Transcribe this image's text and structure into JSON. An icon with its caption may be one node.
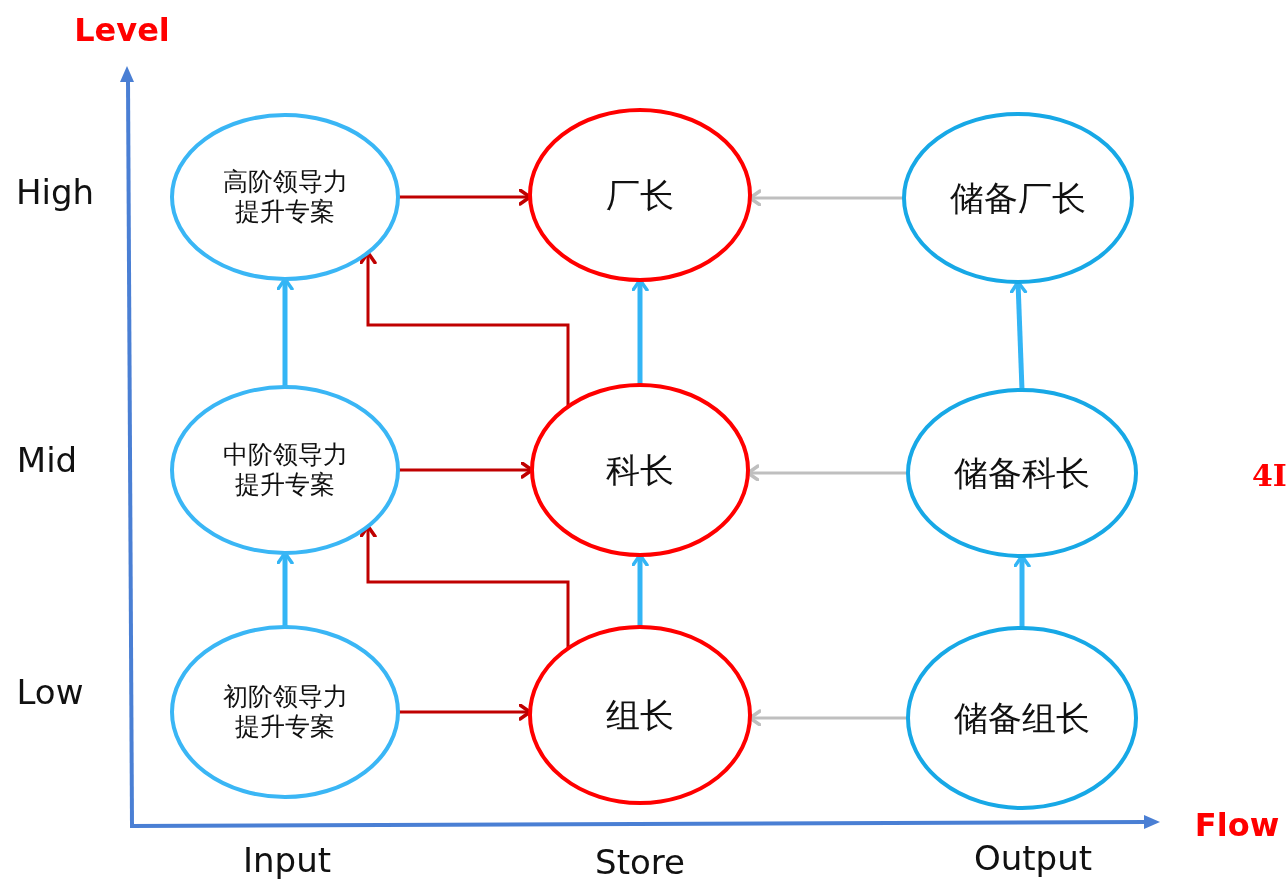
{
  "diagram": {
    "nodes": [
      {
        "text": [
          "高阶领导力提升专案"
        ]
      },
      {
        "text": [
          "厂长"
        ]
      },
      {
        "text": [
          "储备厂长"
        ]
      },
      {
        "text": [
          "中阶领导力提升专案"
        ]
      },
      {
        "text": [
          "科长"
        ]
      },
      {
        "text": [
          "储备科长"
        ]
      },
      {
        "text": [
          "初阶领导力提升专案"
        ]
      },
      {
        "text": [
          "组长"
        ]
      },
      {
        "text": [
          "储备组长"
        ]
      }
    ],
    "edges": [
      {
        "from": 0,
        "to": 1,
        "arrow": "to",
        "color": "#c00000"
      },
      {
        "from": 2,
        "to": 1,
        "arrow": "to",
        "color": "#bfbfbf"
      },
      {
        "from": 3,
        "to": 0,
        "arrow": "to"
      },
      {
        "from": 4,
        "to": 1,
        "arrow": "to"
      },
      {
        "from": 5,
        "to": 2,
        "arrow": "to"
      },
      {
        "from": 4,
        "to": 0,
        "arrow": "to",
        "color": "#c00000"
      },
      {
        "from": 3,
        "to": 4,
        "arrow": "to",
        "color": "#c00000"
      },
      {
        "from": 5,
        "to": 4,
        "arrow": "to",
        "color": "#bfbfbf"
      },
      {
        "from": 6,
        "to": 3,
        "arrow": "to"
      },
      {
        "from": 7,
        "to": 4,
        "arrow": "to"
      },
      {
        "from": 8,
        "to": 5,
        "arrow": "to"
      },
      {
        "from": 7,
        "to": 3,
        "arrow": "to",
        "color": "#c00000"
      },
      {
        "from": 6,
        "to": 7,
        "arrow": "to",
        "color": "#c00000"
      },
      {
        "from": 8,
        "to": 7,
        "arrow": "to",
        "color": "#bfbfbf"
      }
    ],
    "labels": [
      "Level",
      "High",
      "Mid",
      "Low",
      "Flow",
      "4I",
      "Input",
      "Store",
      "Output"
    ]
  }
}
